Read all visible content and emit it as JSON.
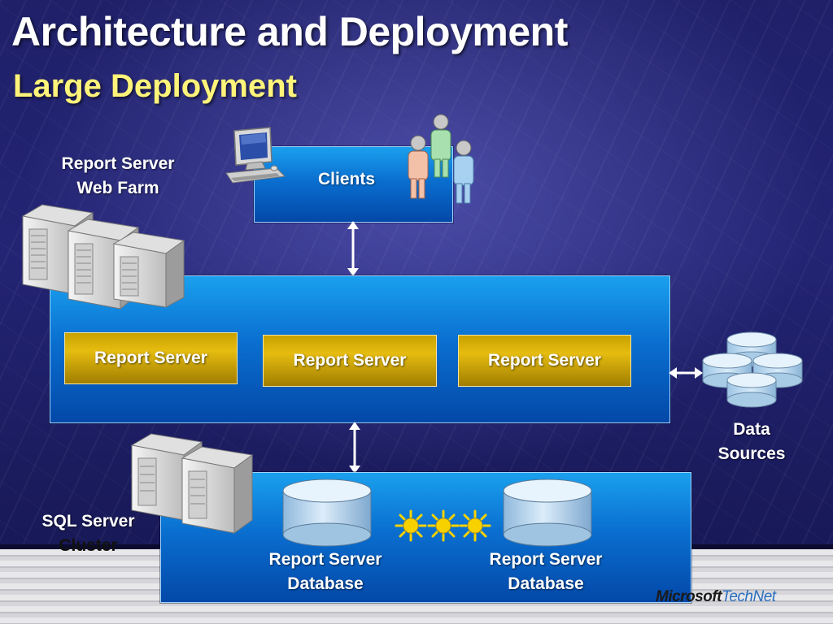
{
  "title": "Architecture and Deployment",
  "subtitle": "Large Deployment",
  "clients_label": "Clients",
  "web_farm_label_line1": "Report Server",
  "web_farm_label_line2": "Web Farm",
  "report_servers": [
    "Report Server",
    "Report Server",
    "Report Server"
  ],
  "data_sources_line1": "Data",
  "data_sources_line2": "Sources",
  "sql_cluster_line1": "SQL Server",
  "sql_cluster_line2": "Cluster",
  "databases": [
    {
      "line1": "Report Server",
      "line2": "Database"
    },
    {
      "line1": "Report Server",
      "line2": "Database"
    }
  ],
  "brand": {
    "part1": "Microsoft",
    "part2": "TechNet"
  },
  "colors": {
    "background": "#1f2068",
    "title": "#ffffff",
    "subtitle": "#fff47a",
    "box_blue": "#0a6fd0",
    "box_gold": "#d4ad00"
  },
  "icons": [
    "computer-icon",
    "people-icon",
    "server-icon",
    "database-icon",
    "sun-icon",
    "double-arrow-icon"
  ]
}
